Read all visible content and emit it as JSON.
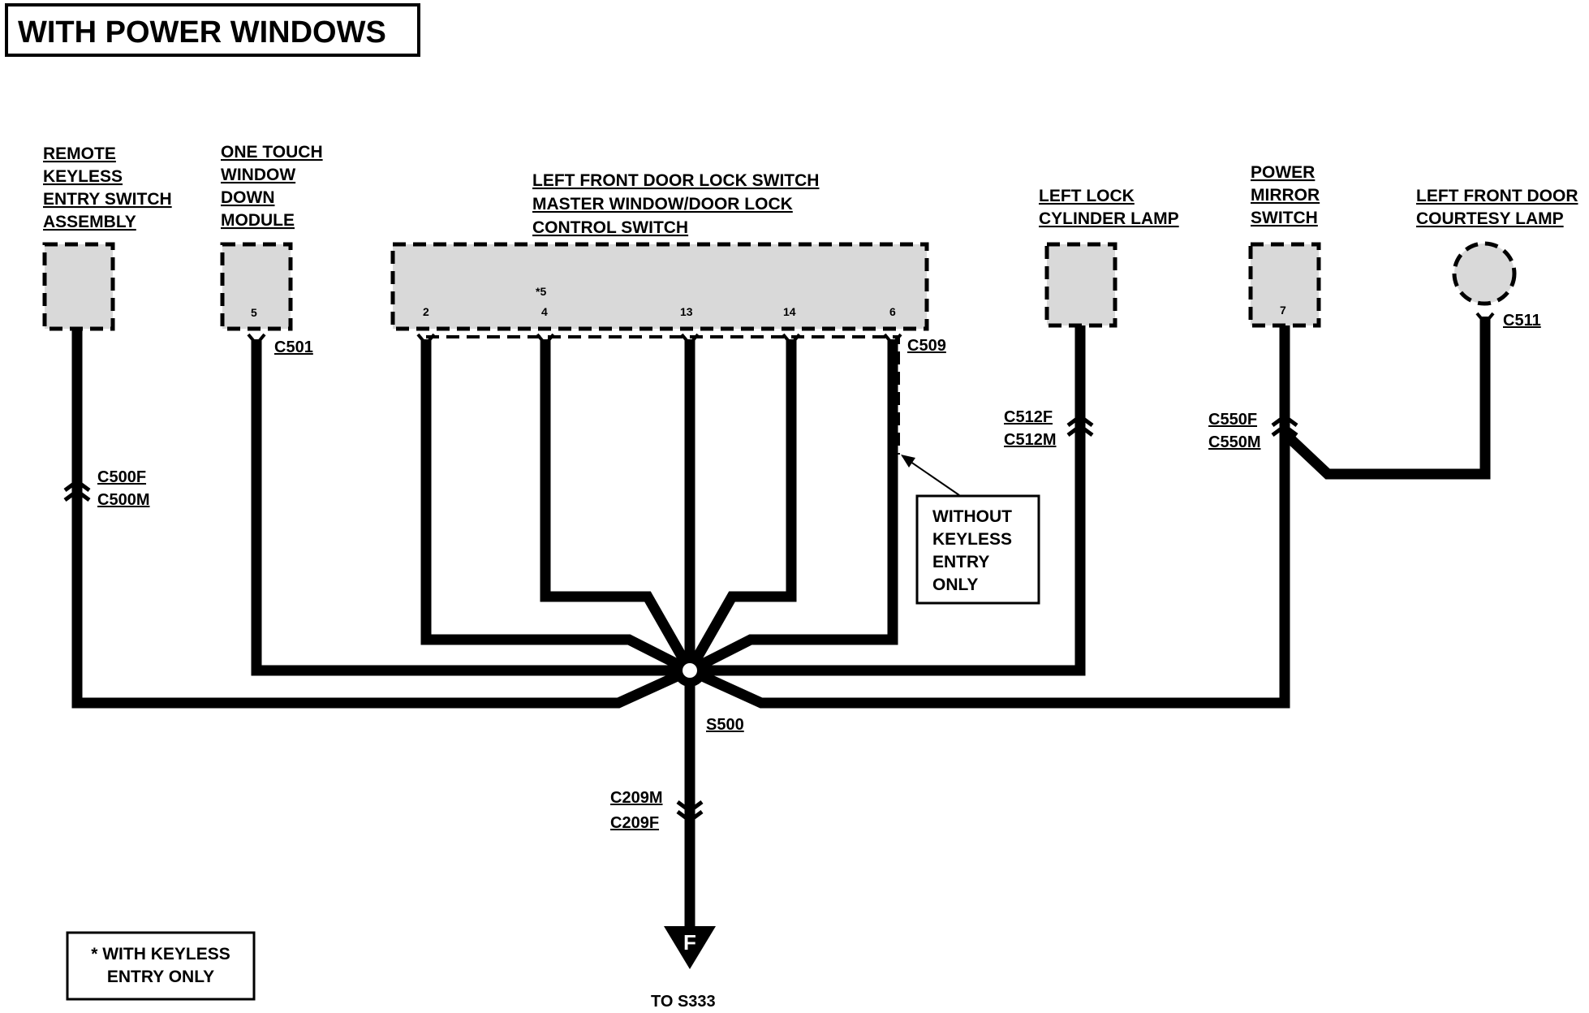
{
  "title": "WITH POWER WINDOWS",
  "components": {
    "remote_keyless": [
      "REMOTE",
      "KEYLESS",
      "ENTRY SWITCH",
      "ASSEMBLY"
    ],
    "one_touch": [
      "ONE TOUCH",
      "WINDOW",
      "DOWN",
      "MODULE"
    ],
    "door_lock_switch": [
      "LEFT FRONT DOOR LOCK SWITCH",
      "MASTER WINDOW/DOOR LOCK",
      "CONTROL SWITCH"
    ],
    "lock_cylinder_lamp": [
      "LEFT LOCK",
      "CYLINDER LAMP"
    ],
    "power_mirror": [
      "POWER",
      "MIRROR",
      "SWITCH"
    ],
    "courtesy_lamp": [
      "LEFT FRONT DOOR",
      "COURTESY LAMP"
    ]
  },
  "pins": {
    "one_touch": "5",
    "door_lock": [
      "2",
      "*5",
      "4",
      "13",
      "14",
      "6"
    ],
    "power_mirror": "7"
  },
  "connectors": {
    "c501": "C501",
    "c509": "C509",
    "c511": "C511",
    "c500f": "C500F",
    "c500m": "C500M",
    "c512f": "C512F",
    "c512m": "C512M",
    "c550f": "C550F",
    "c550m": "C550M",
    "c209m": "C209M",
    "c209f": "C209F"
  },
  "splice": "S500",
  "ground_letter": "F",
  "destination": "TO S333",
  "without_note": [
    "WITHOUT",
    "KEYLESS",
    "ENTRY",
    "ONLY"
  ],
  "keyless_note": [
    "* WITH KEYLESS",
    "ENTRY ONLY"
  ]
}
